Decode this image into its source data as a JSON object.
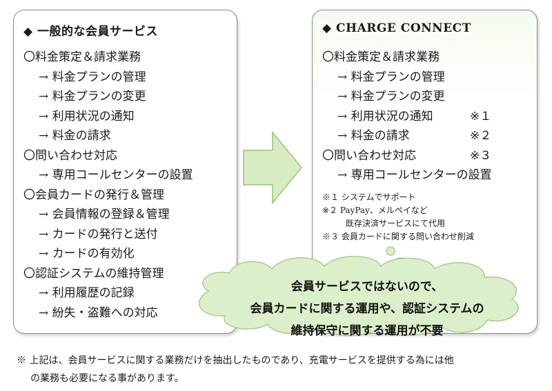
{
  "left_panel": {
    "title": "◆ 一般的な会員サービス",
    "items": [
      {
        "text": "〇料金策定＆請求業務",
        "sub": false
      },
      {
        "text": "→ 料金プランの管理",
        "sub": true
      },
      {
        "text": "→ 料金プランの変更",
        "sub": true
      },
      {
        "text": "→ 利用状況の通知",
        "sub": true
      },
      {
        "text": "→ 料金の請求",
        "sub": true
      },
      {
        "text": "〇問い合わせ対応",
        "sub": false
      },
      {
        "text": "→ 専用コールセンターの設置",
        "sub": true
      },
      {
        "text": "〇会員カードの発行＆管理",
        "sub": false
      },
      {
        "text": "→ 会員情報の登録＆管理",
        "sub": true
      },
      {
        "text": "→ カードの発行と送付",
        "sub": true
      },
      {
        "text": "→ カードの有効化",
        "sub": true
      },
      {
        "text": "〇認証システムの維持管理",
        "sub": false
      },
      {
        "text": "→ 利用履歴の記録",
        "sub": true
      },
      {
        "text": "→ 紛失・盗難への対応",
        "sub": true
      }
    ]
  },
  "right_panel": {
    "title": "◆ CHARGE CONNECT",
    "items": [
      {
        "text": "〇料金策定＆請求業務",
        "sub": false,
        "note": ""
      },
      {
        "text": "→ 料金プランの管理",
        "sub": true,
        "note": ""
      },
      {
        "text": "→ 料金プランの変更",
        "sub": true,
        "note": ""
      },
      {
        "text": "→ 利用状況の通知",
        "sub": true,
        "note": "※１"
      },
      {
        "text": "→ 料金の請求",
        "sub": true,
        "note": "※２"
      },
      {
        "text": "〇問い合わせ対応",
        "sub": false,
        "note": "※３"
      },
      {
        "text": "→ 専用コールセンターの設置",
        "sub": true,
        "note": ""
      }
    ],
    "footnotes": [
      {
        "text": "※１ システムでサポート",
        "indent": false
      },
      {
        "text": "※２ PayPay、メルペイなど",
        "indent": false
      },
      {
        "text": "既存決済サービスにて代用",
        "indent": true
      },
      {
        "text": "※３ 会員カードに関する問い合わせ削減",
        "indent": false
      }
    ]
  },
  "callout": {
    "lines": [
      "会員サービスではないので、",
      "会員カードに関する運用や、認証システムの",
      "維持保守に関する運用が不要"
    ]
  },
  "footer": {
    "line1": "※ 上記は、会員サービスに関する業務だけを抽出したものであり、充電サービスを提供する為には他",
    "line2": "の業務も必要になる事があります。"
  },
  "colors": {
    "arrow_fill": "#d8ecc4",
    "arrow_stroke": "#9cc07a",
    "cloud_fill": "#dcefcb",
    "cloud_stroke": "#a9cc8a"
  }
}
